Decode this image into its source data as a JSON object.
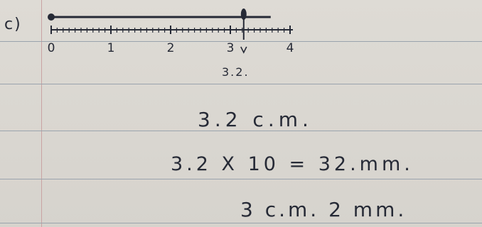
{
  "part_label": "c)",
  "scale": {
    "tick_labels": [
      "0",
      "1",
      "2",
      "3",
      "4"
    ],
    "measured_value": 3.2,
    "measured_label": "3.2."
  },
  "working": {
    "line1": "3.2 c.m.",
    "line2": "3.2 X 10 = 32.mm.",
    "line3": "3 c.m. 2 mm."
  },
  "colors": {
    "ink": "#262a36",
    "paper": "#dedbd5",
    "rule": "#9aa3ad",
    "margin": "#c9a3a3"
  }
}
